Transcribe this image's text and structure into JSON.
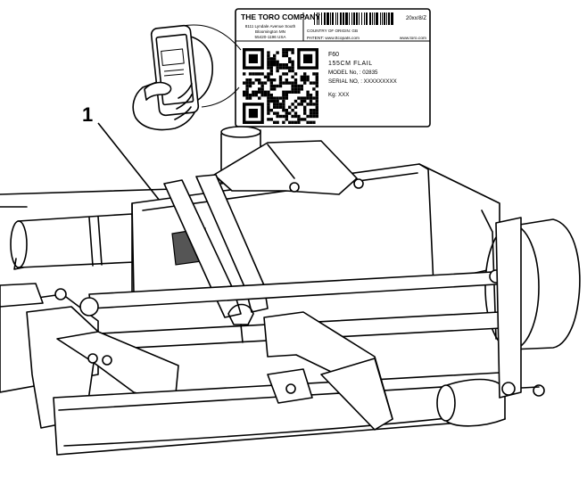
{
  "callout": {
    "number": "1"
  },
  "label": {
    "company": "THE TORO COMPANY",
    "address_line1": "8111 Lyndale Avenue South",
    "address_line2": "Bloomington MN",
    "address_line3": "55420-1196 USA",
    "date_code": "20xx/8/Z",
    "country_of_origin": "COUNTRY OF ORIGIN: GB",
    "patent": "PATENT: www.ttcopats.com",
    "website": "www.toro.com",
    "product_code": "F60",
    "product_name": "155CM FLAIL",
    "model_no": "MODEL No, : 02835",
    "serial_no": "SERIAL NO, : XXXXXXXXX",
    "weight": "Kg: XXX"
  }
}
